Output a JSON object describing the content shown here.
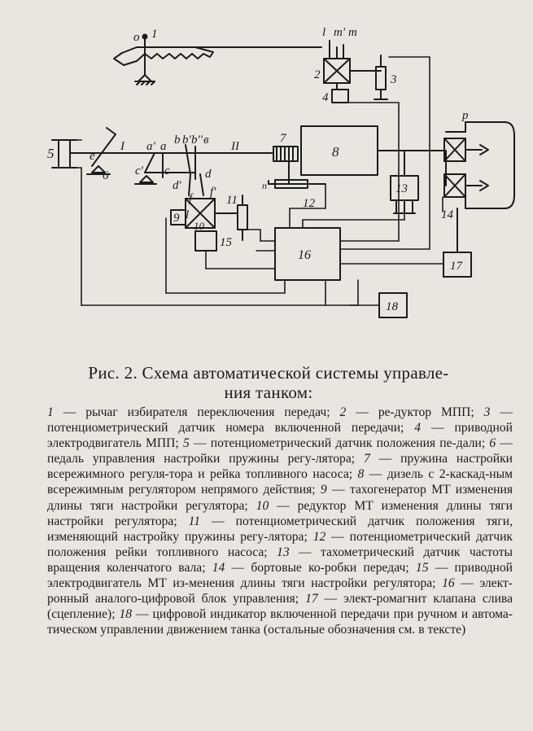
{
  "diagram": {
    "labels": {
      "lever_1": "1",
      "lever_o": "o",
      "l_top": "l",
      "m_prime": "m'",
      "m_top": "m",
      "b2": "2",
      "b3": "3",
      "b4": "4",
      "b5": "5",
      "b6": "6",
      "b7": "7",
      "b8": "8",
      "b9": "9",
      "b10": "10",
      "b11": "11",
      "b12": "12",
      "b13": "13",
      "b14": "14",
      "b15": "15",
      "b16": "16",
      "b17": "17",
      "b18": "18",
      "rod_I": "I",
      "rod_II": "II",
      "e": "e",
      "a_prime": "a'",
      "a": "a",
      "b": "b",
      "b_prime": "b'",
      "b_dprime": "b''",
      "v": "в",
      "c_prime": "c'",
      "c": "c",
      "d": "d",
      "d_prime": "d'",
      "f": "f",
      "f_prime": "f'",
      "l_mid": "l",
      "p": "p",
      "n": "n"
    }
  },
  "caption": {
    "title": "Рис. 2. Схема автоматической системы управле-\nния танком:"
  },
  "legend": [
    {
      "n": "1",
      "t": " — рычаг избирателя переключения передач; "
    },
    {
      "n": "2",
      "t": " — ре-дуктор МПП; "
    },
    {
      "n": "3",
      "t": " — потенциометрический датчик номера включенной передачи; "
    },
    {
      "n": "4",
      "t": " — приводной электродвигатель МПП; "
    },
    {
      "n": "5",
      "t": " — потенциометрический датчик положения пе-дали; "
    },
    {
      "n": "6",
      "t": " — педаль управления настройки пружины регу-лятора; "
    },
    {
      "n": "7",
      "t": " — пружина настройки всережимного регуля-тора и рейка топливного насоса; "
    },
    {
      "n": "8",
      "t": " — дизель с 2-каскад-ным всережимным регулятором непрямого действия; "
    },
    {
      "n": "9",
      "t": " — тахогенератор МТ изменения длины тяги настройки регулятора; "
    },
    {
      "n": "10",
      "t": " — редуктор МТ изменения длины тяги настройки регулятора; "
    },
    {
      "n": "11",
      "t": " — потенциометрический датчик положения тяги, изменяющий настройку пружины регу-лятора; "
    },
    {
      "n": "12",
      "t": " — потенциометрический датчик положения рейки топливного насоса; "
    },
    {
      "n": "13",
      "t": " — тахометрический датчик частоты вращения коленчатого вала; "
    },
    {
      "n": "14",
      "t": " — бортовые ко-робки передач; "
    },
    {
      "n": "15",
      "t": " — приводной электродвигатель МТ из-менения длины тяги настройки регулятора; "
    },
    {
      "n": "16",
      "t": " — элект-ронный аналого-цифровой блок управления; "
    },
    {
      "n": "17",
      "t": " — элект-ромагнит клапана слива (сцепление); "
    },
    {
      "n": "18",
      "t": " — цифровой индикатор включенной передачи при ручном и автома-тическом управлении движением танка (остальные обозначения см. в тексте)"
    }
  ]
}
